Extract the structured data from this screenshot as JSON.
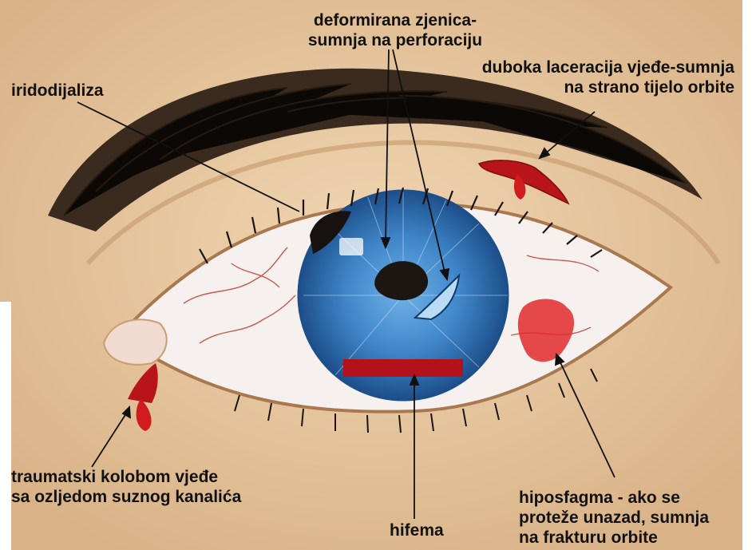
{
  "labels": {
    "deformed_pupil": [
      "deformirana zjenica-",
      "sumnja na perforaciju"
    ],
    "iridodialysis": [
      "iridodijaliza"
    ],
    "eyelid_laceration": [
      "duboka laceracija vjeđe-sumnja",
      "na strano tijelo orbite"
    ],
    "coloboma": [
      "traumatski kolobom vjeđe",
      "sa ozljedom suznog kanalića"
    ],
    "hyphema": [
      "hifema"
    ],
    "hyposphagma": [
      "hiposfagma - ako se",
      "proteže unazad, sumnja",
      "na frakturu orbite"
    ]
  },
  "colors": {
    "skin": "#e7c9a1",
    "skin_shadow": "#c99e72",
    "iris": "#3f86c9",
    "iris_dark": "#1d4f8a",
    "pupil": "#1c1612",
    "sclera": "#f6f1ee",
    "blood": "#c4141a",
    "hair": "#2b2118"
  }
}
